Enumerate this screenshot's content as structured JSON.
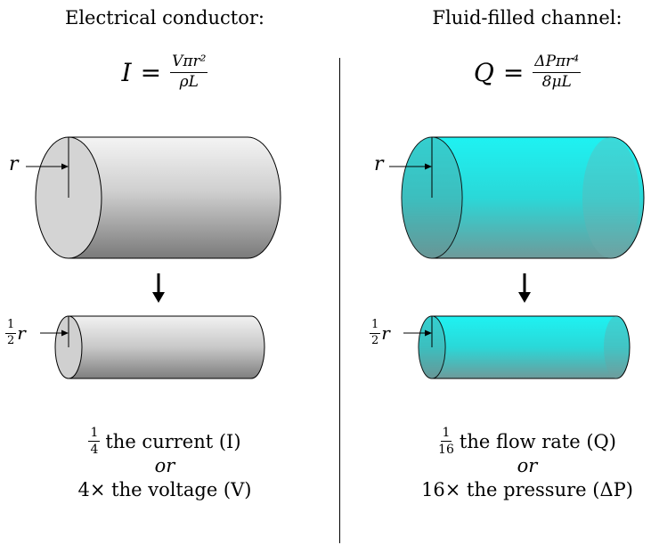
{
  "left": {
    "heading": "Electrical conductor:",
    "formula": {
      "lhs": "I",
      "eq": "=",
      "num": "Vπr²",
      "den": "ρL"
    },
    "radius_label": "r",
    "half_label": {
      "num": "1",
      "den": "2",
      "var": "r"
    },
    "result": {
      "frac_num": "1",
      "frac_den": "4",
      "line1": "the current (I)",
      "or": "or",
      "line2": "4× the voltage (V)"
    }
  },
  "right": {
    "heading": "Fluid-filled channel:",
    "formula": {
      "lhs": "Q",
      "eq": "=",
      "num": "ΔPπr⁴",
      "den": "8μL"
    },
    "radius_label": "r",
    "half_label": {
      "num": "1",
      "den": "2",
      "var": "r"
    },
    "result": {
      "frac_num": "1",
      "frac_den": "16",
      "line1": "the flow rate (Q)",
      "or": "or",
      "line2": "16× the pressure (ΔP)"
    }
  },
  "arrow_glyph": "↓",
  "colors": {
    "conductor": "#d4d4d4",
    "conductor_dark": "#7a7a7a",
    "fluid": "#19f0f0",
    "fluid_dark": "#6a9a9a"
  }
}
